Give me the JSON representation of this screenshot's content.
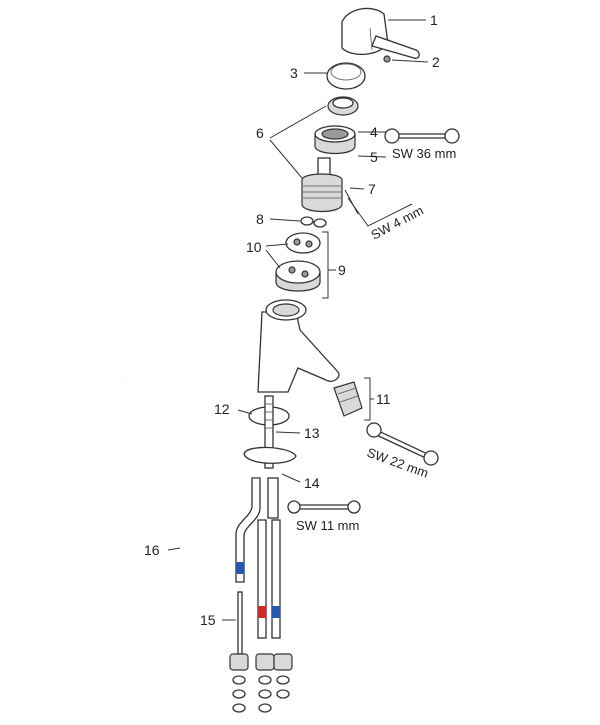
{
  "callouts": [
    {
      "id": "1",
      "text": "1"
    },
    {
      "id": "2",
      "text": "2"
    },
    {
      "id": "3",
      "text": "3"
    },
    {
      "id": "4",
      "text": "4"
    },
    {
      "id": "5",
      "text": "5"
    },
    {
      "id": "6",
      "text": "6"
    },
    {
      "id": "7",
      "text": "7"
    },
    {
      "id": "8",
      "text": "8"
    },
    {
      "id": "9",
      "text": "9"
    },
    {
      "id": "10",
      "text": "10"
    },
    {
      "id": "11",
      "text": "11"
    },
    {
      "id": "12",
      "text": "12"
    },
    {
      "id": "13",
      "text": "13"
    },
    {
      "id": "14",
      "text": "14"
    },
    {
      "id": "15",
      "text": "15"
    },
    {
      "id": "16",
      "text": "16"
    }
  ],
  "tool_sizes": {
    "sw36": "SW 36 mm",
    "sw4": "SW 4 mm",
    "sw22": "SW 22 mm",
    "sw11": "SW 11 mm"
  },
  "colors": {
    "cold_marker": "#2457b5",
    "hot_marker": "#d02a2a"
  }
}
